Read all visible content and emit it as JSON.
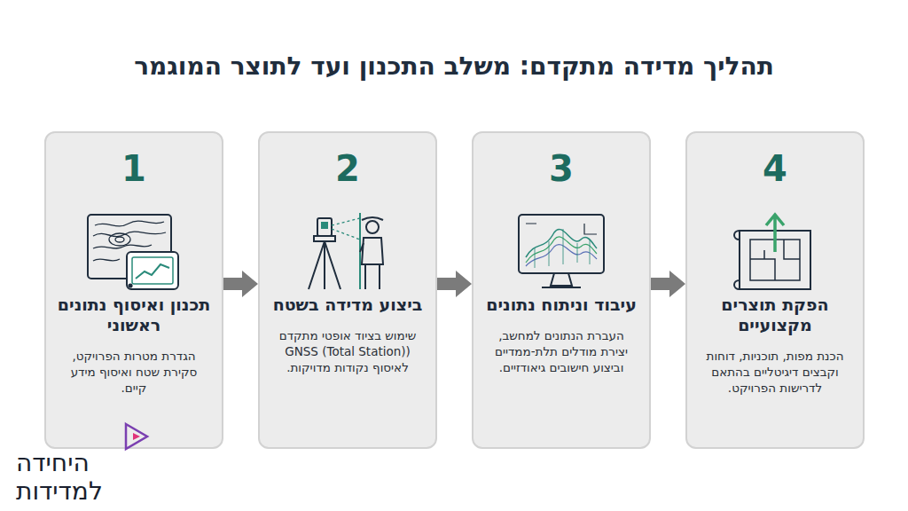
{
  "diagram": {
    "title": "תהליך מדידה מתקדם: משלב התכנון ועד לתוצר המוגמר",
    "nodes": [
      {
        "text": [
          "1",
          "תכנון ואיסוף נתונים ראשוני",
          "הגדרת מטרות הפרויקט, סקירת שטח ואיסוף מידע קיים."
        ]
      },
      {
        "text": [
          "2",
          "ביצוע מדידה בשטח",
          "שימוש בציוד אופטי מתקדם (GNSS (Total Station) לאיסוף נקודות מדויקות."
        ]
      },
      {
        "text": [
          "3",
          "עיבוד וניתוח נתונים",
          "העברת הנתונים למחשב, יצירת מודלים תלת-ממדיים וביצוע חישובים גיאודזיים."
        ]
      },
      {
        "text": [
          "4",
          "הפקת תוצרים מקצועיים",
          "הכנת מפות, תוכניות, דוחות וקבצים דיגיטליים בהתאם לדרישות הפרויקט."
        ]
      }
    ],
    "edges": [
      {
        "from": 0,
        "to": 1,
        "arrow": "to"
      },
      {
        "from": 1,
        "to": 2,
        "arrow": "to"
      },
      {
        "from": 2,
        "to": 3,
        "arrow": "to"
      }
    ],
    "labels": [
      "היחידה",
      "למדידות"
    ]
  }
}
